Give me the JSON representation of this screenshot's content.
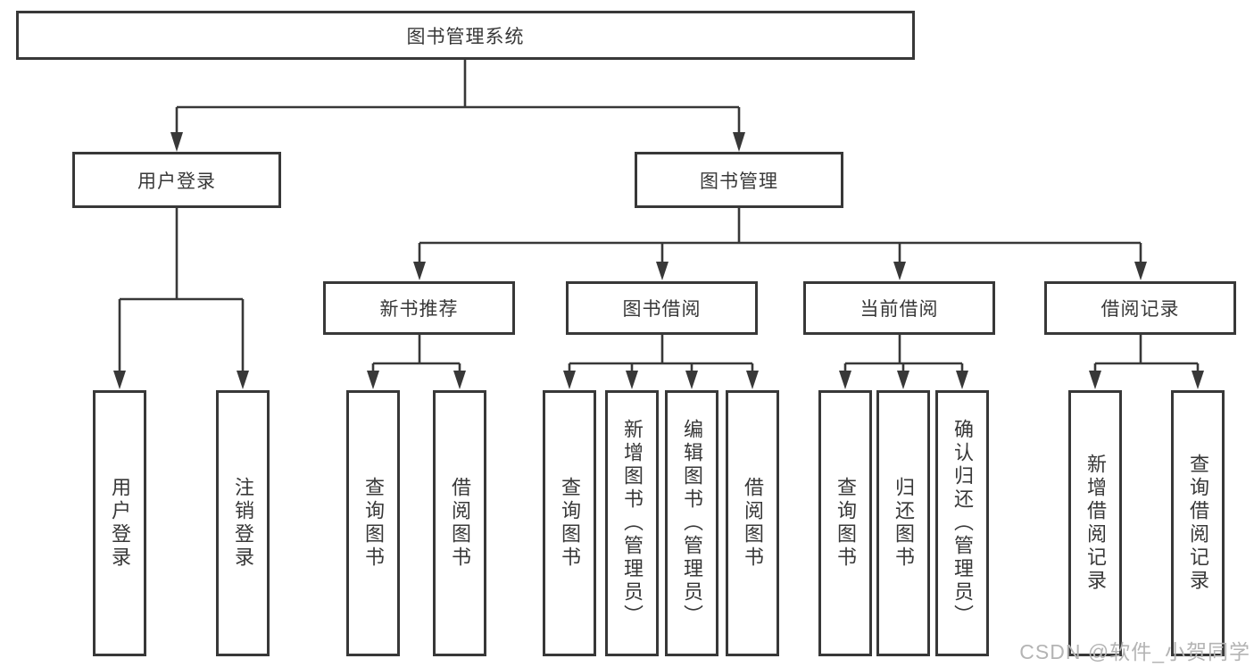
{
  "colors": {
    "line": "#383838",
    "text": "#383838",
    "bg": "#ffffff",
    "watermark": "#b4b4b4"
  },
  "tree": {
    "root": {
      "label": "图书管理系统"
    },
    "branches": [
      {
        "label": "用户登录",
        "children": [
          {
            "label": "用户登录"
          },
          {
            "label": "注销登录"
          }
        ]
      },
      {
        "label": "图书管理",
        "sections": [
          {
            "label": "新书推荐",
            "children": [
              {
                "label": "查询图书"
              },
              {
                "label": "借阅图书"
              }
            ]
          },
          {
            "label": "图书借阅",
            "children": [
              {
                "label": "查询图书"
              },
              {
                "label": "新增图书（管理员）"
              },
              {
                "label": "编辑图书（管理员）"
              },
              {
                "label": "借阅图书"
              }
            ]
          },
          {
            "label": "当前借阅",
            "children": [
              {
                "label": "查询图书"
              },
              {
                "label": "归还图书"
              },
              {
                "label": "确认归还（管理员）"
              }
            ]
          },
          {
            "label": "借阅记录",
            "children": [
              {
                "label": "新增借阅记录"
              },
              {
                "label": "查询借阅记录"
              }
            ]
          }
        ]
      }
    ]
  },
  "watermark": {
    "text": "CSDN @软件_小贺同学"
  }
}
